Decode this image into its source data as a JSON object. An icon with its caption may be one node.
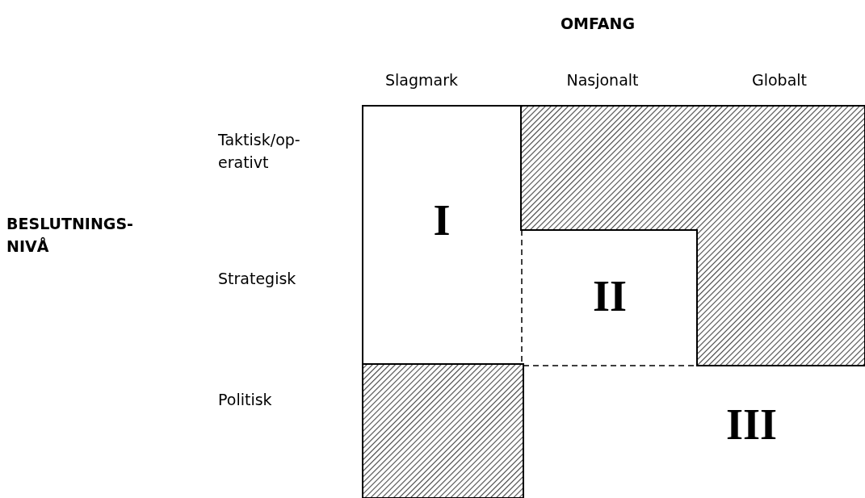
{
  "diagram": {
    "nodes": [
      {
        "text": [
          "I"
        ]
      },
      {
        "text": [
          "II"
        ]
      },
      {
        "text": [
          "III"
        ]
      },
      {
        "text": [],
        "shape": "box"
      },
      {
        "text": [],
        "shape": "box"
      }
    ],
    "labels": [
      "OMFANG",
      "Slagmark",
      "Nasjonalt",
      "Globalt",
      "Taktisk/op-erativt",
      "BESLUTNINGS-NIVÅ",
      "Strategisk",
      "Politisk"
    ]
  }
}
